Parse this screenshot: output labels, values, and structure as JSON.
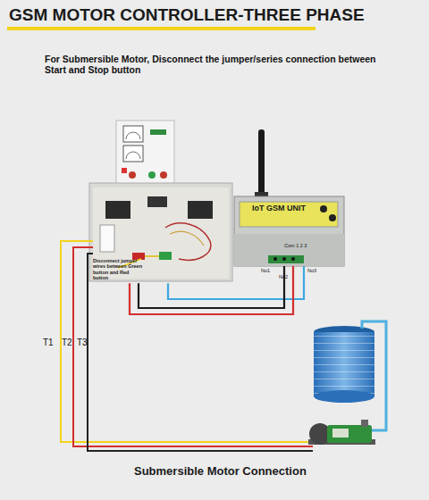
{
  "diagram": {
    "title": "GSM MOTOR CONTROLLER-THREE PHASE",
    "caption": "Submersible Motor Connection",
    "nodes": [
      {
        "text": [
          "Disconnect jumper wires between Green button and Red button"
        ]
      },
      {
        "text": [
          "IoT GSM UNIT"
        ]
      }
    ],
    "edges": [
      {
        "from": 1,
        "to": 0,
        "arrow": "none"
      },
      {
        "from": 1,
        "to": 0,
        "arrow": "none"
      },
      {
        "from": 1,
        "to": 0,
        "arrow": "none"
      }
    ],
    "labels": [
      "For Submersible Motor, Disconnect the jumper/series connection between Start and Stop button",
      "Com 1 2 3",
      "No1",
      "No2",
      "No3",
      "T1",
      "T2",
      "T3"
    ]
  }
}
